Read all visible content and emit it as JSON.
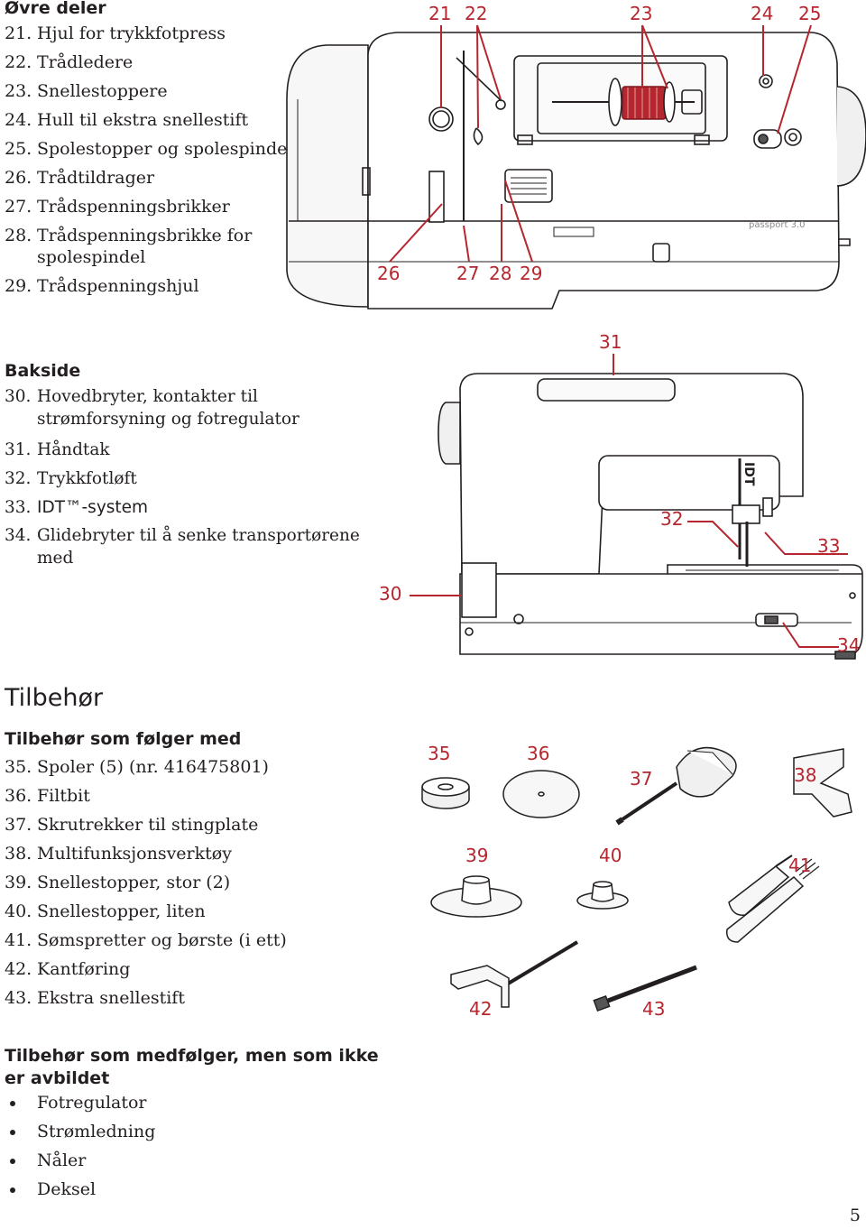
{
  "upper": {
    "heading": "Øvre deler",
    "items": [
      {
        "num": "21.",
        "text": "Hjul for trykkfotpress"
      },
      {
        "num": "22.",
        "text": "Trådledere"
      },
      {
        "num": "23.",
        "text": "Snellestoppere"
      },
      {
        "num": "24.",
        "text": "Hull til ekstra snellestift"
      },
      {
        "num": "25.",
        "text": "Spolestopper og spolespindel"
      },
      {
        "num": "26.",
        "text": "Trådtildrager"
      },
      {
        "num": "27.",
        "text": "Trådspenningsbrikker"
      },
      {
        "num": "28.",
        "text": "Trådspenningsbrikke for",
        "text2": "spolespindel"
      },
      {
        "num": "29.",
        "text": "Trådspenningshjul"
      }
    ],
    "callouts": [
      "21",
      "22",
      "23",
      "24",
      "25",
      "26",
      "27",
      "28",
      "29"
    ]
  },
  "back": {
    "heading": "Bakside",
    "items": [
      {
        "num": "30.",
        "text": "Hovedbryter, kontakter til",
        "text2": "strømforsyning og fotregulator"
      },
      {
        "num": "31.",
        "text": "Håndtak"
      },
      {
        "num": "32.",
        "text": "Trykkfotløft"
      },
      {
        "num": "33.",
        "text": "IDT™-system"
      },
      {
        "num": "34.",
        "text": "Glidebryter til å senke transportørene",
        "text2": "med"
      }
    ],
    "callouts": [
      "30",
      "31",
      "32",
      "33",
      "34"
    ]
  },
  "accessories": {
    "title": "Tilbehør",
    "heading": "Tilbehør som følger med",
    "items": [
      {
        "num": "35.",
        "text": "Spoler (5) (nr. 416475801)"
      },
      {
        "num": "36.",
        "text": "Filtbit"
      },
      {
        "num": "37.",
        "text": "Skrutrekker til stingplate"
      },
      {
        "num": "38.",
        "text": "Multifunksjonsverktøy"
      },
      {
        "num": "39.",
        "text": "Snellestopper, stor (2)"
      },
      {
        "num": "40.",
        "text": "Snellestopper, liten"
      },
      {
        "num": "41.",
        "text": "Sømspretter og børste (i ett)"
      },
      {
        "num": "42.",
        "text": "Kantføring"
      },
      {
        "num": "43.",
        "text": "Ekstra snellestift"
      }
    ],
    "callouts": [
      "35",
      "36",
      "37",
      "38",
      "39",
      "40",
      "41",
      "42",
      "43"
    ]
  },
  "not_pictured": {
    "heading_line1": "Tilbehør som medfølger, men som ikke",
    "heading_line2": "er avbildet",
    "items": [
      "Fotregulator",
      "Strømledning",
      "Nåler",
      "Deksel"
    ]
  },
  "machine_text": {
    "brand": "passport 3.0",
    "idt_label": "IDT"
  },
  "page_number": "5",
  "colors": {
    "callout": "#b5262e",
    "text": "#231f20",
    "thread": "#b5262e"
  }
}
